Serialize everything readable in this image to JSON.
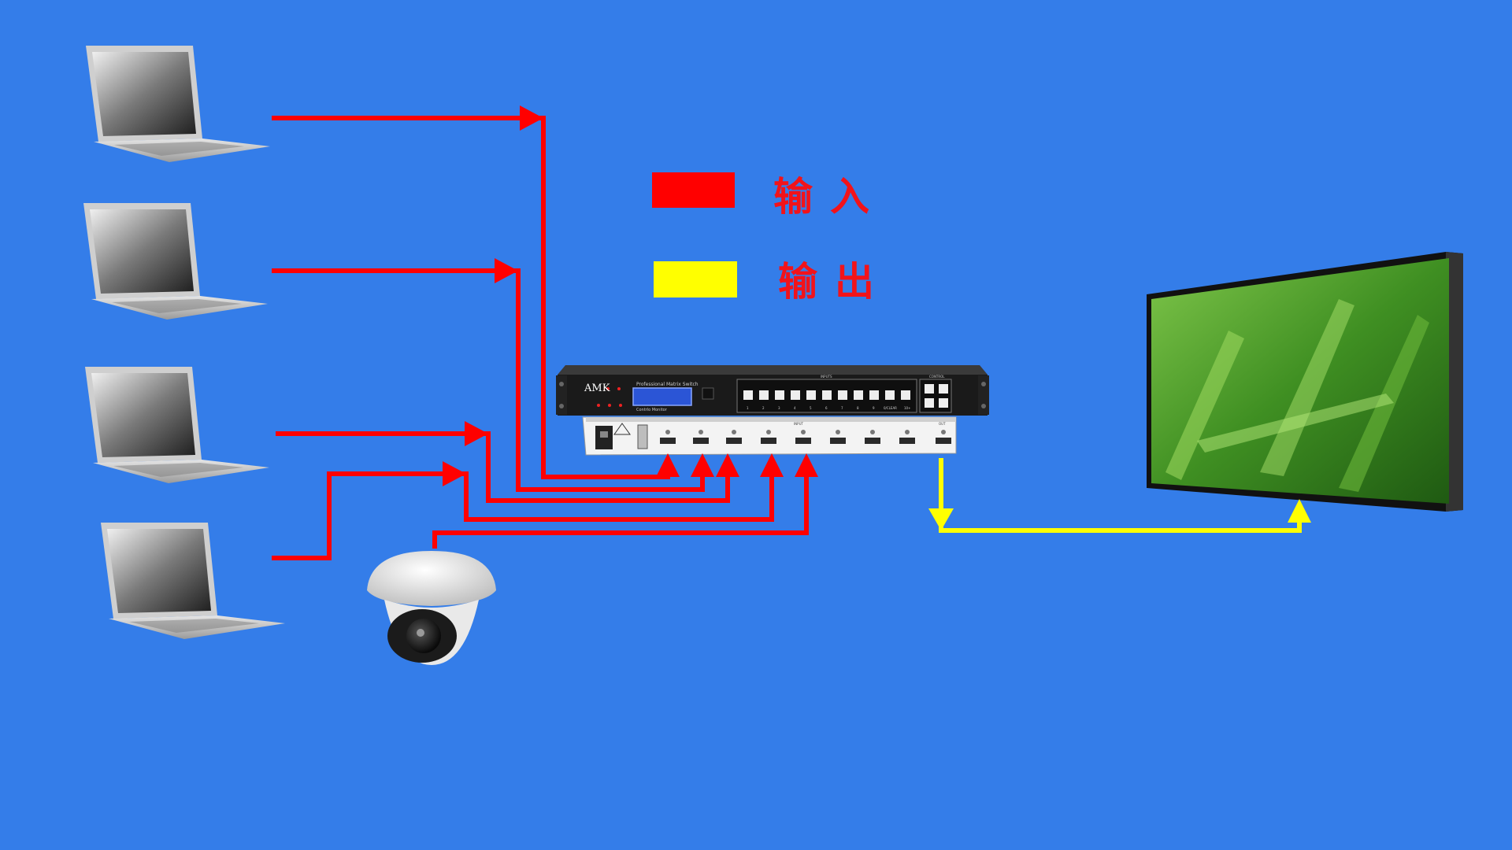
{
  "legend": {
    "input_label": "输入",
    "output_label": "输出",
    "input_color": "#FF0000",
    "output_color": "#FFFF00"
  },
  "device": {
    "brand": "AMK",
    "subtitle": "Professional Matrix Switch",
    "display_caption": "Contrlo Monitor",
    "inputs_header": "INPUTS",
    "control_header": "CONTROL",
    "input_buttons": [
      "1",
      "2",
      "3",
      "4",
      "5",
      "6",
      "7",
      "8",
      "9",
      "0/CLEAR",
      "10+"
    ],
    "rear_input_label": "INPUT",
    "rear_output_label": "OUT"
  },
  "colors": {
    "background": "#347DE9",
    "input_line": "#FF0000",
    "output_line": "#FFFF00"
  }
}
